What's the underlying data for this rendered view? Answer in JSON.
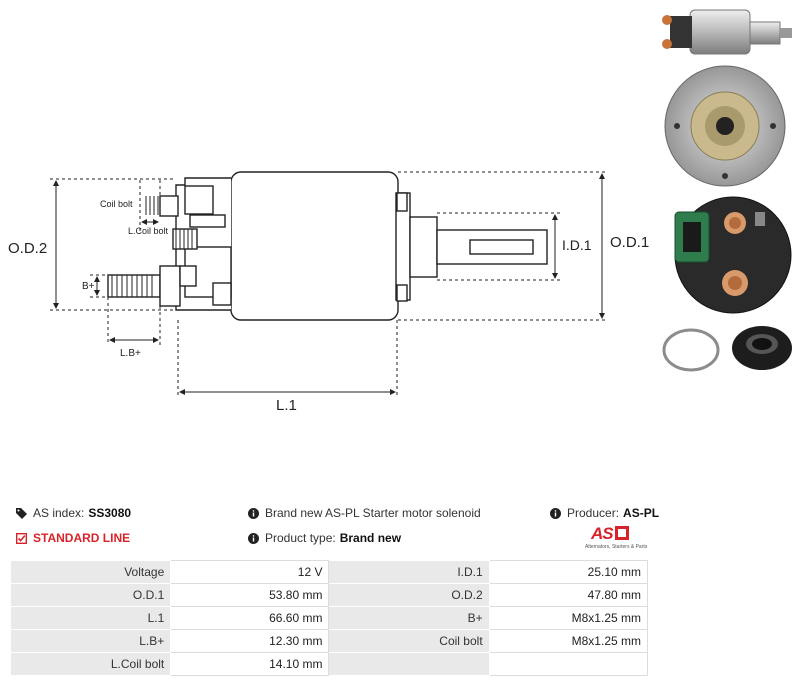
{
  "diagram": {
    "labels": {
      "od2": "O.D.2",
      "od1": "O.D.1",
      "id1": "I.D.1",
      "l1": "L.1",
      "lb": "L.B+",
      "bplus": "B+",
      "coil_bolt": "Coil bolt",
      "l_coil_bolt": "L.Coil bolt"
    }
  },
  "info": {
    "as_index_label": "AS index:",
    "as_index_value": "SS3080",
    "line": "STANDARD LINE",
    "description": "Brand new AS-PL Starter motor solenoid",
    "product_type_label": "Product type:",
    "product_type_value": "Brand new",
    "producer_label": "Producer:",
    "producer_value": "AS-PL",
    "logo_text": "AS",
    "logo_tagline": "Alternators, Starters & Parts"
  },
  "specs": [
    {
      "k1": "Voltage",
      "v1": "12 V",
      "k2": "I.D.1",
      "v2": "25.10 mm"
    },
    {
      "k1": "O.D.1",
      "v1": "53.80 mm",
      "k2": "O.D.2",
      "v2": "47.80 mm"
    },
    {
      "k1": "L.1",
      "v1": "66.60 mm",
      "k2": "B+",
      "v2": "M8x1.25 mm"
    },
    {
      "k1": "L.B+",
      "v1": "12.30 mm",
      "k2": "Coil bolt",
      "v2": "M8x1.25 mm"
    },
    {
      "k1": "L.Coil bolt",
      "v1": "14.10 mm",
      "k2": "",
      "v2": ""
    }
  ],
  "colors": {
    "accent": "#d8232a",
    "key_bg": "#e9e9e9"
  }
}
